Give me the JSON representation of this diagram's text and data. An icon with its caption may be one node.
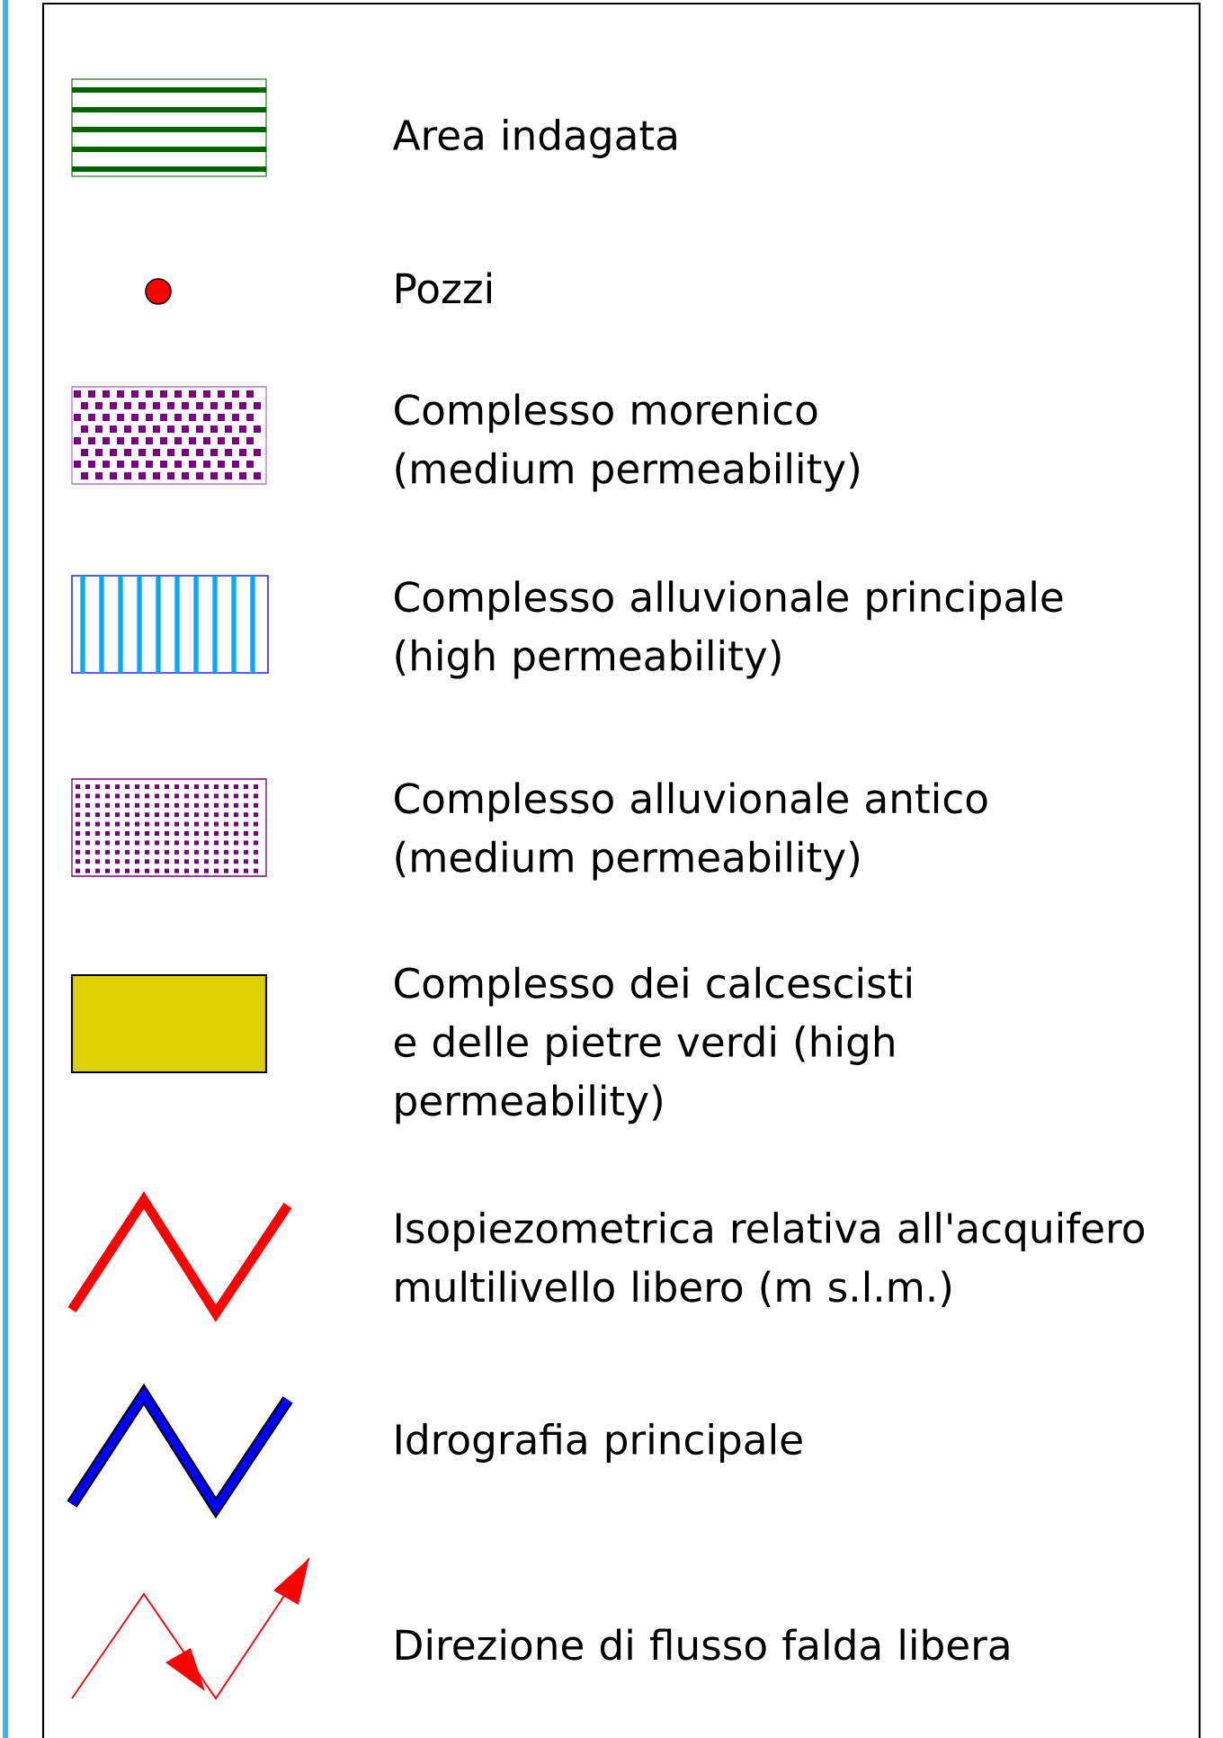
{
  "diagram": {
    "legend": [
      {
        "text": "Area indagata"
      },
      {
        "text": "Pozzi"
      },
      {
        "text": "Complesso morenico (medium permeability)"
      },
      {
        "text": "Complesso alluvionale principale (high permeability)"
      },
      {
        "text": "Complesso alluvionale antico (medium permeability)"
      },
      {
        "text": "Complesso dei calcescisti e delle pietre verdi (high permeability)",
        "color": "#ddd000"
      },
      {
        "text": "Isopiezometrica relativa all'acquifero multilivello libero (m s.l.m.)"
      },
      {
        "text": "Idrografia principale"
      },
      {
        "text": "Direzione di flusso falda libera"
      }
    ]
  }
}
